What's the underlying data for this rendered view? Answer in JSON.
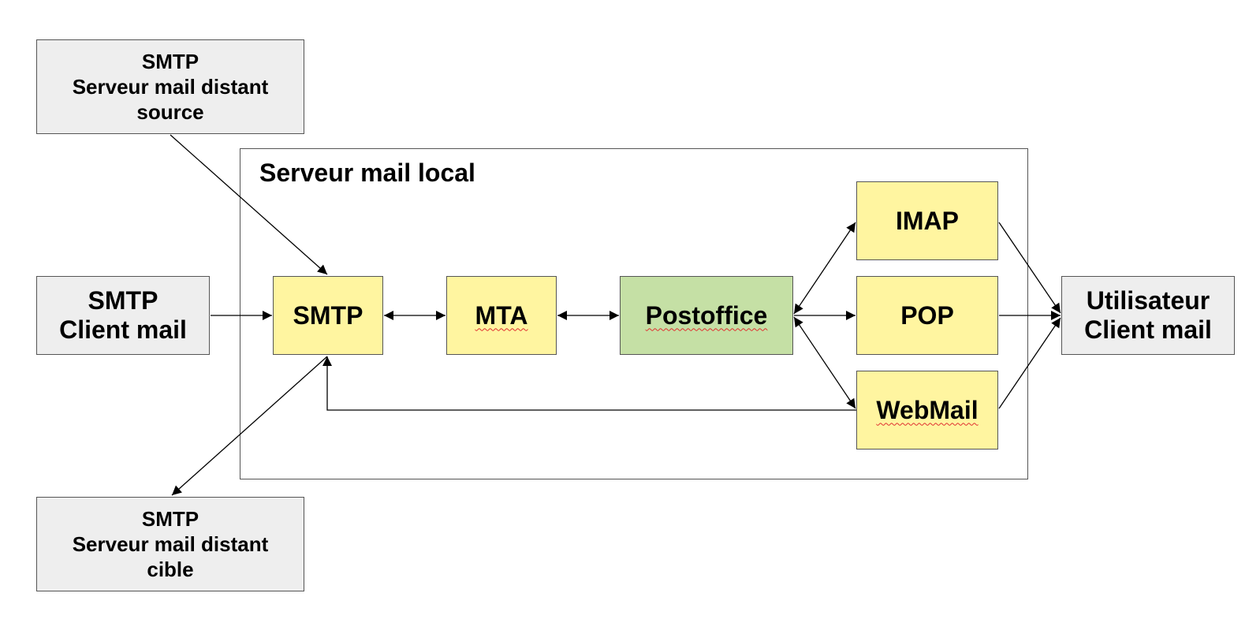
{
  "diagram": {
    "container_title": "Serveur mail local",
    "nodes": {
      "smtp_source": "SMTP\nServeur mail distant\nsource",
      "smtp_client": "SMTP\nClient mail",
      "smtp_target": "SMTP\nServeur mail distant\ncible",
      "smtp": "SMTP",
      "mta": "MTA",
      "postoffice": "Postoffice",
      "imap": "IMAP",
      "pop": "POP",
      "webmail": "WebMail",
      "user": "Utilisateur\nClient mail"
    },
    "colors": {
      "external": "#eeeeee",
      "component": "#fff5a0",
      "postoffice": "#c5e0a5",
      "border": "#555555",
      "edge": "#000000"
    }
  }
}
